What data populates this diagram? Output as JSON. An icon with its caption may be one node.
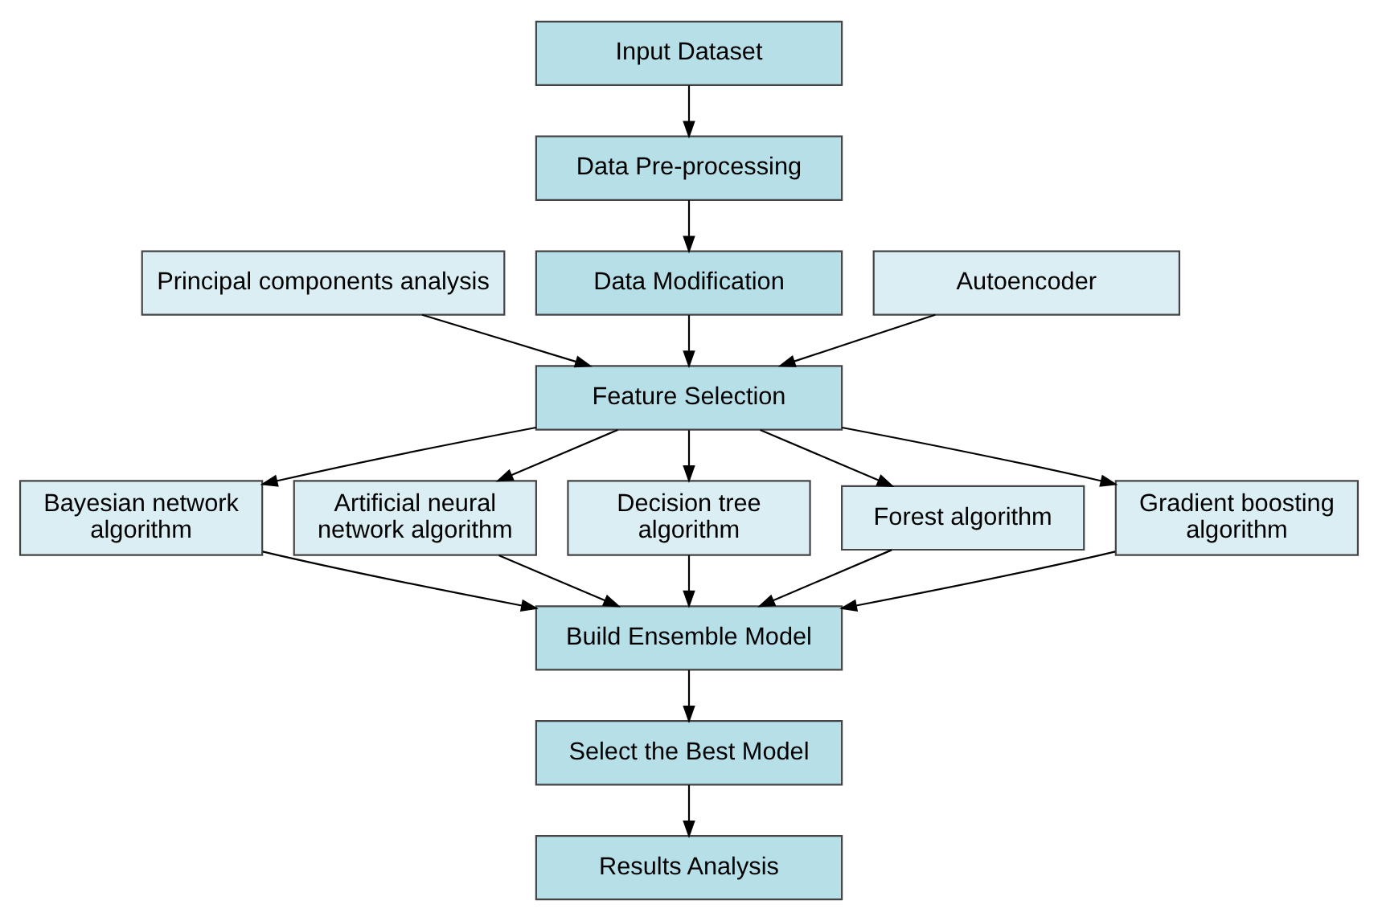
{
  "diagram": {
    "nodes": [
      {
        "text": [
          "Input Dataset"
        ]
      },
      {
        "text": [
          "Data Pre-processing"
        ]
      },
      {
        "text": [
          "Data Modification"
        ]
      },
      {
        "text": [
          "Principal components analysis"
        ]
      },
      {
        "text": [
          "Autoencoder"
        ]
      },
      {
        "text": [
          "Feature Selection"
        ]
      },
      {
        "text": [
          "Bayesian network algorithm"
        ]
      },
      {
        "text": [
          "Artificial neural network algorithm"
        ]
      },
      {
        "text": [
          "Decision tree algorithm"
        ]
      },
      {
        "text": [
          "Forest algorithm"
        ]
      },
      {
        "text": [
          "Gradient boosting algorithm"
        ]
      },
      {
        "text": [
          "Build Ensemble Model"
        ]
      },
      {
        "text": [
          "Select the Best Model"
        ]
      },
      {
        "text": [
          "Results Analysis"
        ]
      }
    ],
    "edges": [
      {
        "from": 0,
        "to": 1,
        "arrow": "to"
      },
      {
        "from": 1,
        "to": 2,
        "arrow": "to"
      },
      {
        "from": 2,
        "to": 5,
        "arrow": "to"
      },
      {
        "from": 3,
        "to": 5,
        "arrow": "to"
      },
      {
        "from": 4,
        "to": 5,
        "arrow": "to"
      },
      {
        "from": 5,
        "to": 6,
        "arrow": "to"
      },
      {
        "from": 5,
        "to": 7,
        "arrow": "to"
      },
      {
        "from": 5,
        "to": 8,
        "arrow": "to"
      },
      {
        "from": 5,
        "to": 9,
        "arrow": "to"
      },
      {
        "from": 5,
        "to": 10,
        "arrow": "to"
      },
      {
        "from": 6,
        "to": 11,
        "arrow": "to"
      },
      {
        "from": 7,
        "to": 11,
        "arrow": "to"
      },
      {
        "from": 8,
        "to": 11,
        "arrow": "to"
      },
      {
        "from": 9,
        "to": 11,
        "arrow": "to"
      },
      {
        "from": 10,
        "to": 11,
        "arrow": "to"
      },
      {
        "from": 11,
        "to": 12,
        "arrow": "to"
      },
      {
        "from": 12,
        "to": 13,
        "arrow": "to"
      }
    ]
  }
}
